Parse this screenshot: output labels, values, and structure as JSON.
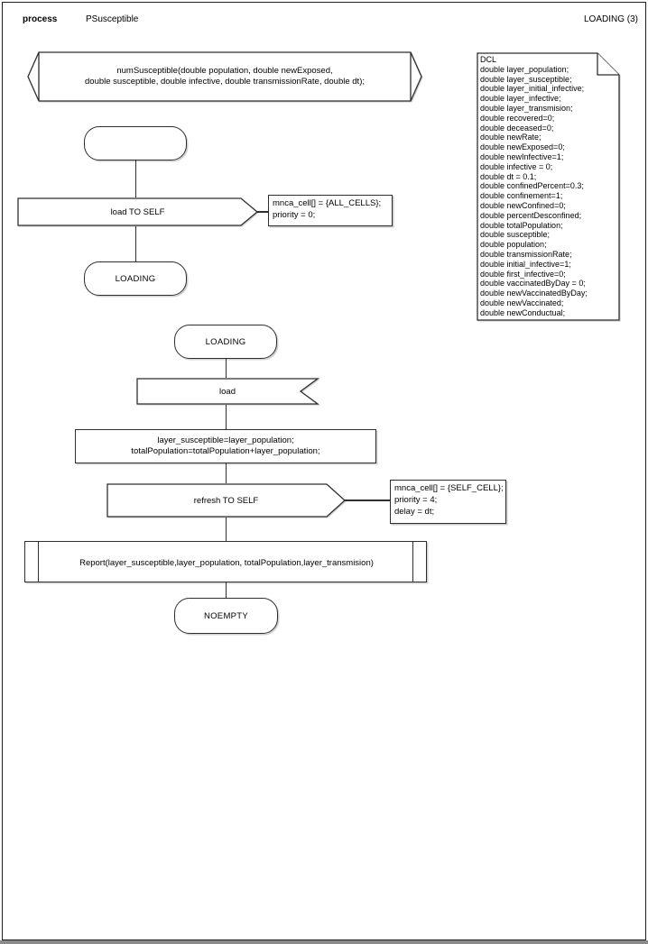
{
  "header": {
    "kind_label": "process",
    "process_name": "PSusceptible",
    "page_label": "LOADING (3)"
  },
  "procedure_start": {
    "line1": "numSusceptible(double population, double newExposed,",
    "line2": "double susceptible, double infective, double transmissionRate, double dt);"
  },
  "dcl_note": {
    "title": "DCL",
    "declarations": [
      "double layer_population;",
      "double layer_susceptible;",
      "double layer_initial_infective;",
      "double layer_infective;",
      "double layer_transmision;",
      "double recovered=0;",
      "double deceased=0;",
      "double newRate;",
      "double newExposed=0;",
      "double newInfective=1;",
      "double infective = 0;",
      "double dt = 0.1;",
      "double confinedPercent=0.3;",
      "double confinement=1;",
      "double newConfined=0;",
      "double percentDesconfined;",
      "double totalPopulation;",
      "double susceptible;",
      "double population;",
      "double transmissionRate;",
      "double initial_infective=1;",
      "double first_infective=0;",
      "double vaccinatedByDay = 0;",
      "double newVaccinatedByDay;",
      "double newVaccinated;",
      "double newConductual;"
    ]
  },
  "flow_start": {
    "start_state_label": "",
    "output_load": {
      "label": "load TO SELF",
      "annotation_lines": [
        "mnca_cell[] = {ALL_CELLS};",
        "priority = 0;"
      ]
    },
    "next_state_label": "LOADING"
  },
  "flow_loading": {
    "state_label": "LOADING",
    "input_signal_label": "load",
    "task": {
      "line1": "layer_susceptible=layer_population;",
      "line2": "totalPopulation=totalPopulation+layer_population;"
    },
    "output_refresh": {
      "label": "refresh TO SELF",
      "annotation_lines": [
        "mnca_cell[] = {SELF_CELL};",
        "priority = 4;",
        "delay = dt;"
      ]
    },
    "report_call_label": "Report(layer_susceptible,layer_population, totalPopulation,layer_transmision)",
    "end_state_label": "NOEMPTY"
  },
  "colors": {
    "stroke": "#2e2e2e",
    "background": "#ffffff",
    "page_edge_shadow": "#8a8a8a"
  }
}
